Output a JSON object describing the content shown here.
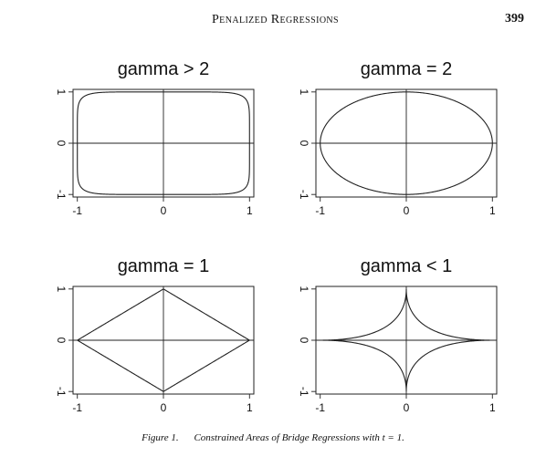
{
  "header": {
    "running_head": "Penalized Regressions",
    "page_number": "399"
  },
  "caption": {
    "label": "Figure 1.",
    "text": "Constrained Areas of Bridge Regressions with t = 1."
  },
  "chart_data": [
    {
      "type": "line",
      "title": "gamma > 2",
      "gamma": 8,
      "t": 1,
      "xlim": [
        -1.05,
        1.05
      ],
      "ylim": [
        -1.05,
        1.05
      ],
      "x_ticks": [
        "-1",
        "0",
        "1"
      ],
      "y_ticks": [
        "-1",
        "0",
        "1"
      ],
      "series": [
        {
          "values": "|x|^gamma + |y|^gamma = 1"
        }
      ]
    },
    {
      "type": "line",
      "title": "gamma = 2",
      "gamma": 2,
      "t": 1,
      "xlim": [
        -1.05,
        1.05
      ],
      "ylim": [
        -1.05,
        1.05
      ],
      "x_ticks": [
        "-1",
        "0",
        "1"
      ],
      "y_ticks": [
        "-1",
        "0",
        "1"
      ],
      "series": [
        {
          "values": "|x|^gamma + |y|^gamma = 1"
        }
      ]
    },
    {
      "type": "line",
      "title": "gamma = 1",
      "gamma": 1,
      "t": 1,
      "xlim": [
        -1.05,
        1.05
      ],
      "ylim": [
        -1.05,
        1.05
      ],
      "x_ticks": [
        "-1",
        "0",
        "1"
      ],
      "y_ticks": [
        "-1",
        "0",
        "1"
      ],
      "series": [
        {
          "values": "|x|^gamma + |y|^gamma = 1"
        }
      ]
    },
    {
      "type": "line",
      "title": "gamma < 1",
      "gamma": 0.5,
      "t": 1,
      "xlim": [
        -1.05,
        1.05
      ],
      "ylim": [
        -1.05,
        1.05
      ],
      "x_ticks": [
        "-1",
        "0",
        "1"
      ],
      "y_ticks": [
        "-1",
        "0",
        "1"
      ],
      "series": [
        {
          "values": "|x|^gamma + |y|^gamma = 1"
        }
      ]
    }
  ]
}
